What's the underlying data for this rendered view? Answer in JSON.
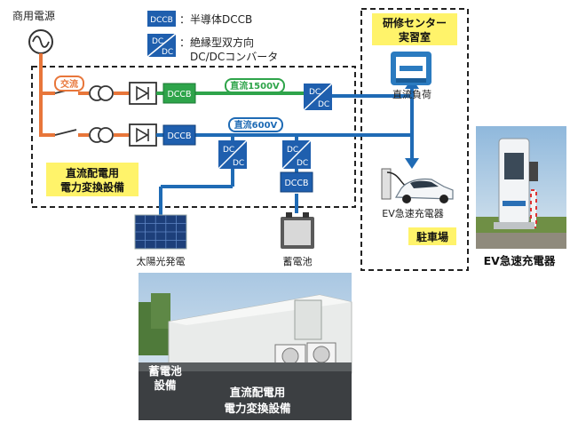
{
  "legend": {
    "dccb_box": "DCCB",
    "dccb_desc": "：半導体DCCB",
    "conv_top": "DC",
    "conv_bottom": "DC",
    "conv_desc_1": "：絶縁型双方向",
    "conv_desc_2": "DC/DCコンバータ"
  },
  "grid_source": "商用電源",
  "labels": {
    "ac": "交流",
    "dc1500": "直流1500V",
    "dc600": "直流600V",
    "dccb": "DCCB",
    "dc": "DC",
    "pcs_1": "直流配電用",
    "pcs_2": "電力変換設備",
    "training_1": "研修センター",
    "training_2": "実習室",
    "dc_load": "直流負荷",
    "ev_charger": "EV急速充電器",
    "parking": "駐車場",
    "solar": "太陽光発電",
    "battery": "蓄電池",
    "ev_photo_caption": "EV急速充電器",
    "photo_battery_1": "蓄電池",
    "photo_battery_2": "設備",
    "photo_pcs_1": "直流配電用",
    "photo_pcs_2": "電力変換設備"
  },
  "colors": {
    "ac_line": "#e8763a",
    "dc1500_line": "#2ea44a",
    "dc600_line": "#1f6bb5",
    "highlight": "#fff36a",
    "dccb_fill": "#1f5fae"
  }
}
